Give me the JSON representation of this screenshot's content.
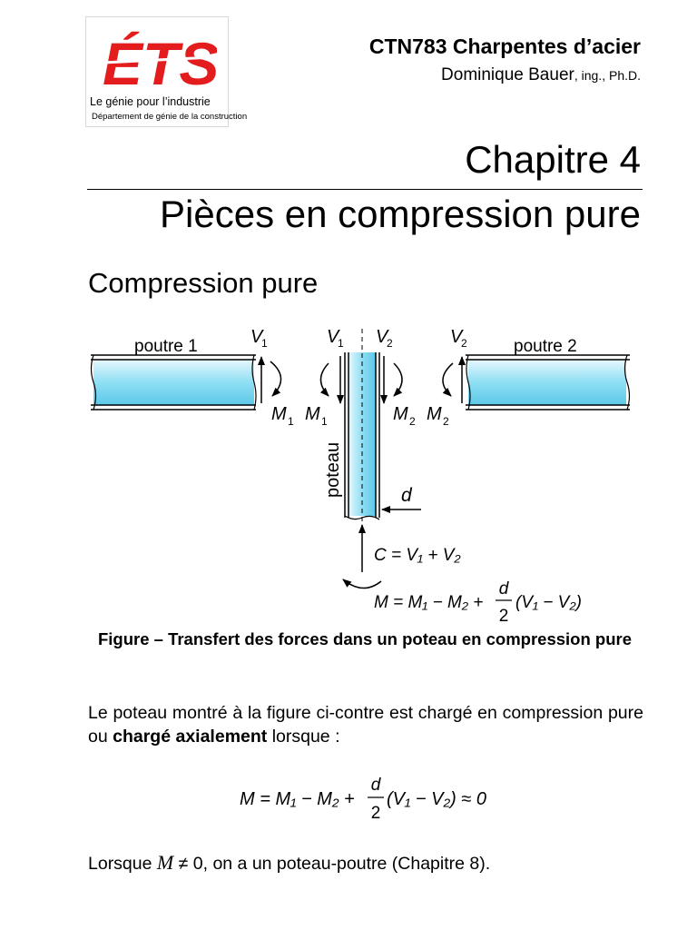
{
  "logo": {
    "mark": "ÉTS",
    "tagline": "Le génie pour l’industrie",
    "department": "Département de génie de la construction",
    "color": "#e31d1d"
  },
  "header": {
    "course": "CTN783 Charpentes d’acier",
    "author": "Dominique Bauer",
    "credentials": ", ing., Ph.D."
  },
  "chapter": {
    "number": "Chapitre 4",
    "title": "Pièces en compression pure"
  },
  "section": {
    "title": "Compression pure"
  },
  "figure": {
    "beam_left": "poutre 1",
    "beam_right": "poutre 2",
    "column_label": "poteau",
    "depth_label": "d",
    "V": "V",
    "M": "M",
    "sub1": "1",
    "sub2": "2",
    "c_formula": "C = V₁ + V₂",
    "m_formula_lhs": "M = M₁ − M₂ +",
    "m_formula_rhs": "(V₁ − V₂)",
    "frac_num": "d",
    "frac_den": "2",
    "fill_color": "#7dd9f2",
    "caption": "Figure – Transfert des forces dans un poteau en compression pure"
  },
  "body": {
    "para_part1": "Le poteau montré à la figure ci-contre est chargé en compression pure ou ",
    "para_bold": "chargé axialement",
    "para_part2": " lorsque :",
    "eq_lhs": "M = M₁ − M₂ +",
    "eq_rhs": "(V₁ − V₂) ≈ 0",
    "eq_num": "d",
    "eq_den": "2",
    "last_pre": "Lorsque ",
    "last_var": "M",
    "last_ne": " ≠ 0",
    "last_post": ", on a un poteau-poutre (Chapitre 8)."
  }
}
